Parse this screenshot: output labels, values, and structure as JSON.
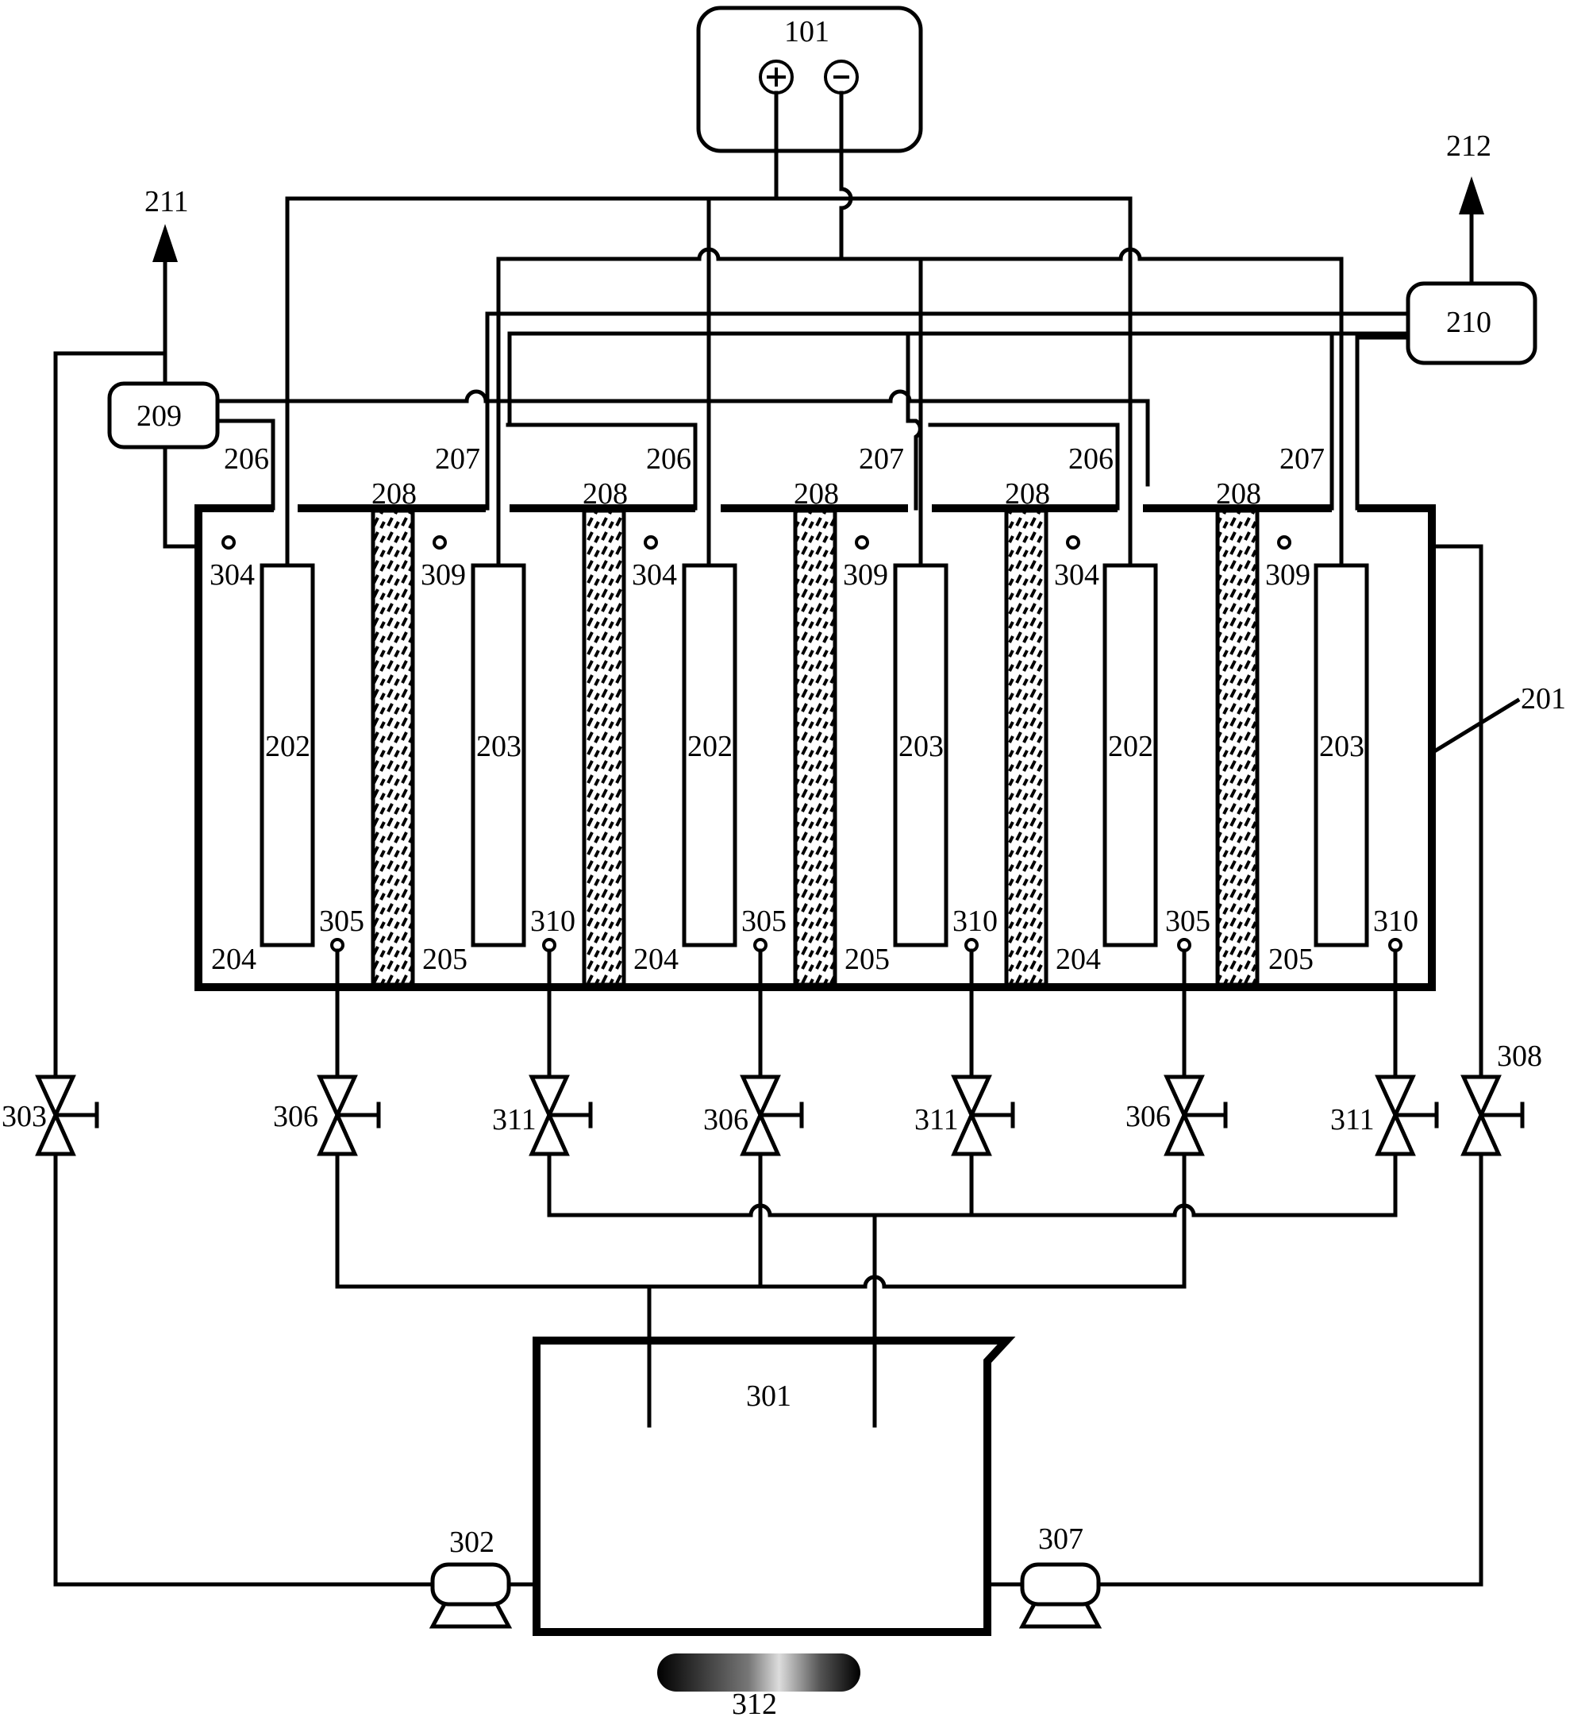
{
  "labels": {
    "power_supply": "101",
    "plus": "+",
    "minus": "-",
    "outlet_left": "211",
    "outlet_right": "212",
    "gas_box_left": "209",
    "gas_box_right": "210",
    "tank": "201",
    "anode": "202",
    "cathode": "203",
    "anode_chamber": "204",
    "cathode_chamber": "205",
    "anode_cover": "206",
    "cathode_cover": "207",
    "membrane": "208",
    "anode_inlet": "304",
    "cathode_inlet": "309",
    "anode_drain": "305",
    "cathode_drain": "310",
    "anode_drain_valve": "306",
    "cathode_drain_valve": "311",
    "left_valve": "303",
    "right_valve": "308",
    "reservoir": "301",
    "left_pump": "302",
    "right_pump": "307",
    "stirrer": "312"
  }
}
